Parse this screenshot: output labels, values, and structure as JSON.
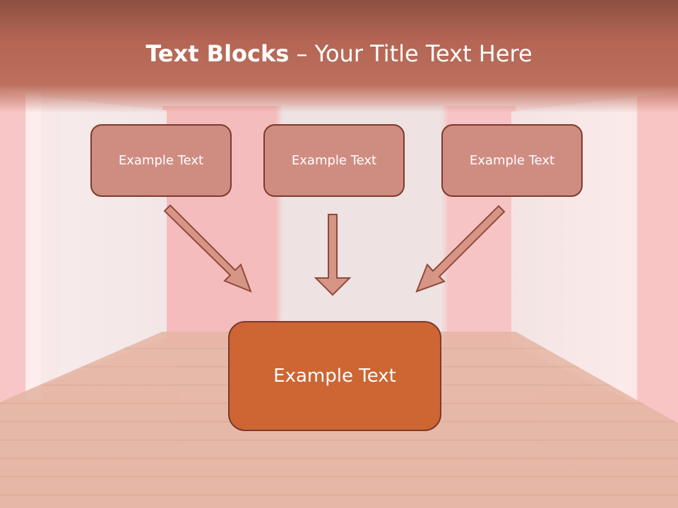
{
  "slide": {
    "title_bold": "Text Blocks",
    "title_separator": " – ",
    "title_rest": "Your Title Text Here"
  },
  "blocks": {
    "top_left": "Example Text",
    "top_center": "Example Text",
    "top_right": "Example Text",
    "bottom_main": "Example Text"
  },
  "colors": {
    "title_band": "#b46553",
    "small_box_fill": "#cf8d82",
    "main_box_fill": "#cd6633",
    "border": "#7b3a2d",
    "arrow_fill": "#d69585"
  },
  "icons": {
    "arrows": [
      "arrow-down-right-icon",
      "arrow-down-icon",
      "arrow-down-left-icon"
    ]
  }
}
